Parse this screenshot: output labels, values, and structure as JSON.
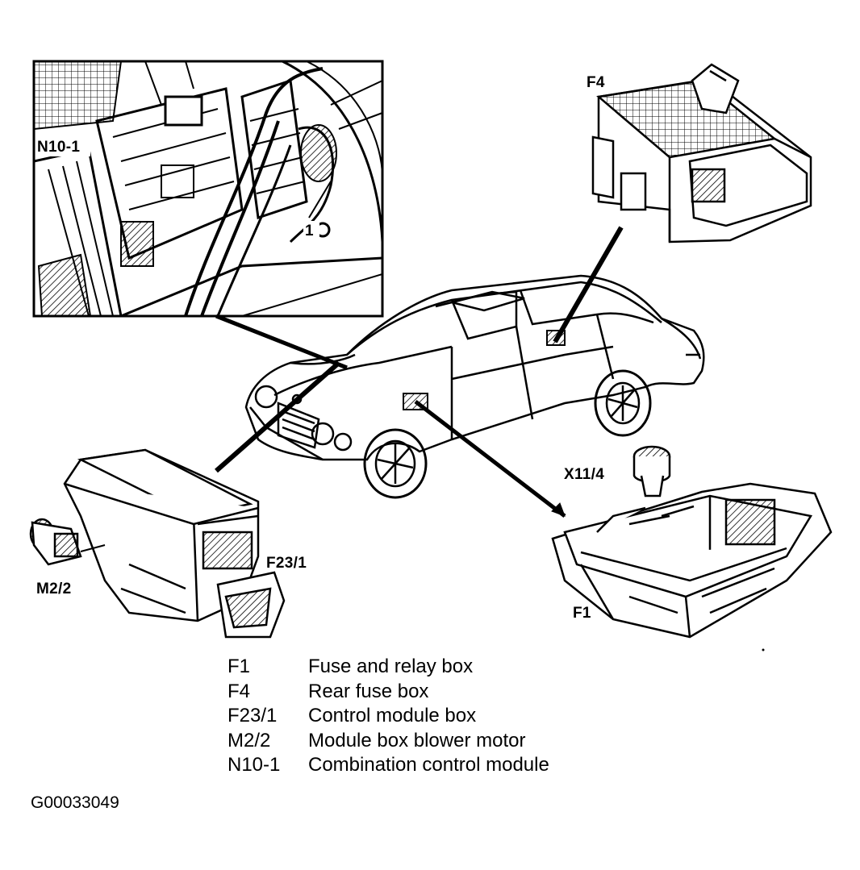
{
  "callouts": {
    "n10_1": "N10-1",
    "one": "1",
    "f4": "F4",
    "x11_4": "X11/4",
    "f23_1": "F23/1",
    "m2_2": "M2/2",
    "f1": "F1"
  },
  "legend": [
    {
      "code": "F1",
      "desc": "Fuse and relay box"
    },
    {
      "code": "F4",
      "desc": "Rear fuse box"
    },
    {
      "code": "F23/1",
      "desc": "Control module box"
    },
    {
      "code": "M2/2",
      "desc": "Module box blower motor"
    },
    {
      "code": "N10-1",
      "desc": "Combination control module"
    }
  ],
  "figure_id": "G00033049"
}
